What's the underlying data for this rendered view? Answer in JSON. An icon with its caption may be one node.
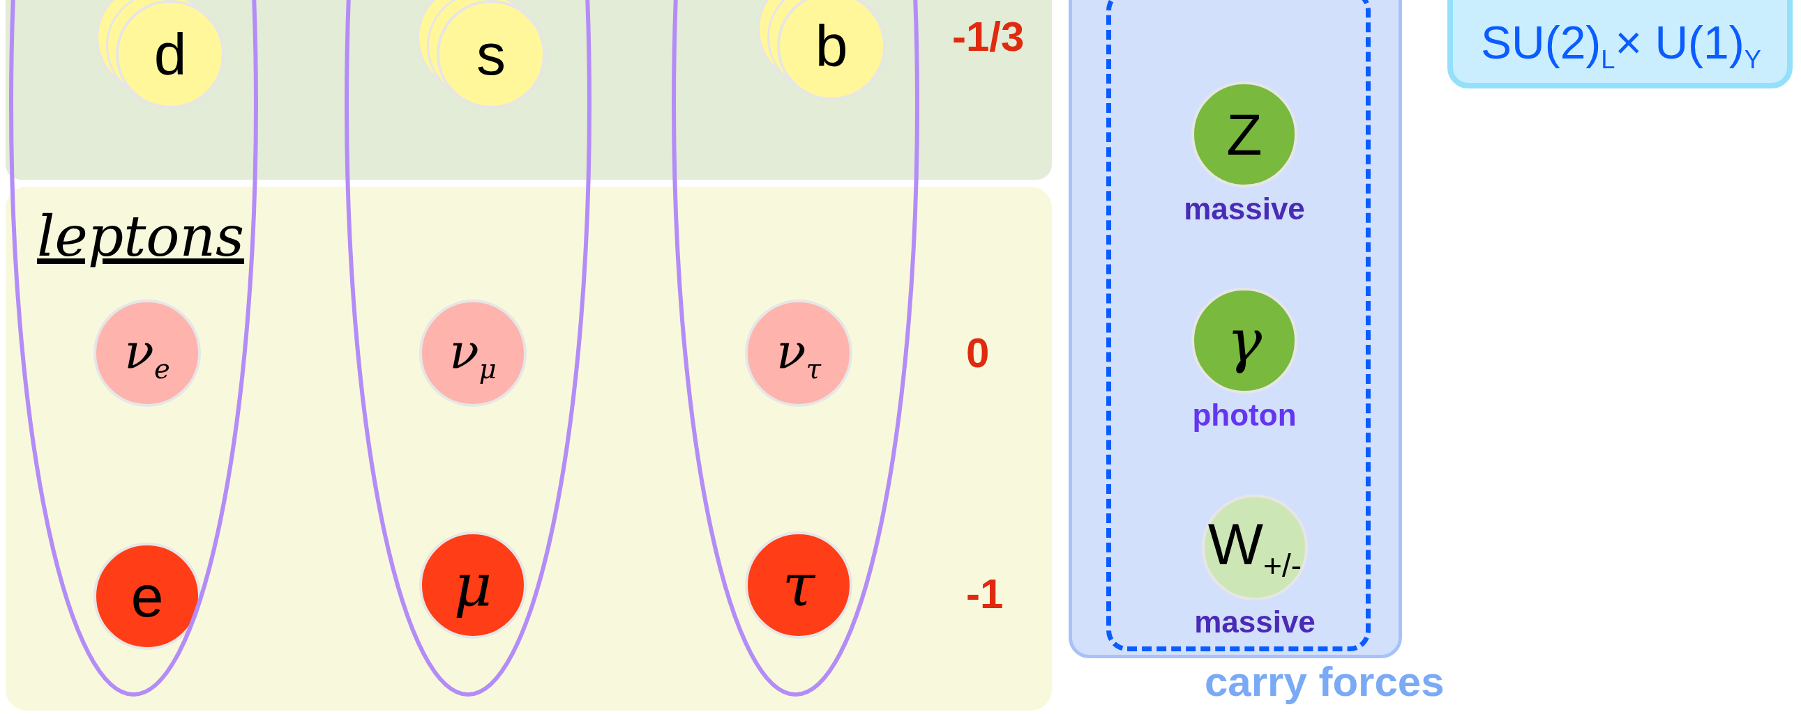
{
  "diagram": {
    "nodes": [
      {
        "text": [],
        "shape": "box"
      },
      {
        "text": [
          "d"
        ],
        "in": 0
      },
      {
        "text": [
          "s"
        ],
        "in": 0
      },
      {
        "text": [
          "b"
        ],
        "in": 0
      },
      {
        "text": [
          "leptons"
        ]
      },
      {
        "text": [
          "ν$_{e}$"
        ],
        "in": 4
      },
      {
        "text": [
          "ν$_{μ}$"
        ],
        "in": 4
      },
      {
        "text": [
          "ν$_{τ}$"
        ],
        "in": 4
      },
      {
        "text": [
          "e"
        ],
        "in": 4
      },
      {
        "text": [
          "μ"
        ],
        "in": 4
      },
      {
        "text": [
          "τ"
        ],
        "in": 4
      },
      {
        "text": [
          "carry forces"
        ]
      },
      {
        "text": [],
        "shape": "box",
        "in": 11
      },
      {
        "text": [
          "Z"
        ],
        "in": 12,
        "beside": [
          "massive"
        ]
      },
      {
        "text": [
          "γ"
        ],
        "in": 12,
        "beside": [
          "photon"
        ]
      },
      {
        "text": [
          "W$_{+/-}$"
        ],
        "in": 12,
        "beside": [
          "massive"
        ]
      },
      {
        "text": [
          "SU(2)$_{L}$× U(1)$_{Y}$"
        ]
      }
    ],
    "labels": [
      "-1/3",
      "0",
      "-1"
    ]
  }
}
